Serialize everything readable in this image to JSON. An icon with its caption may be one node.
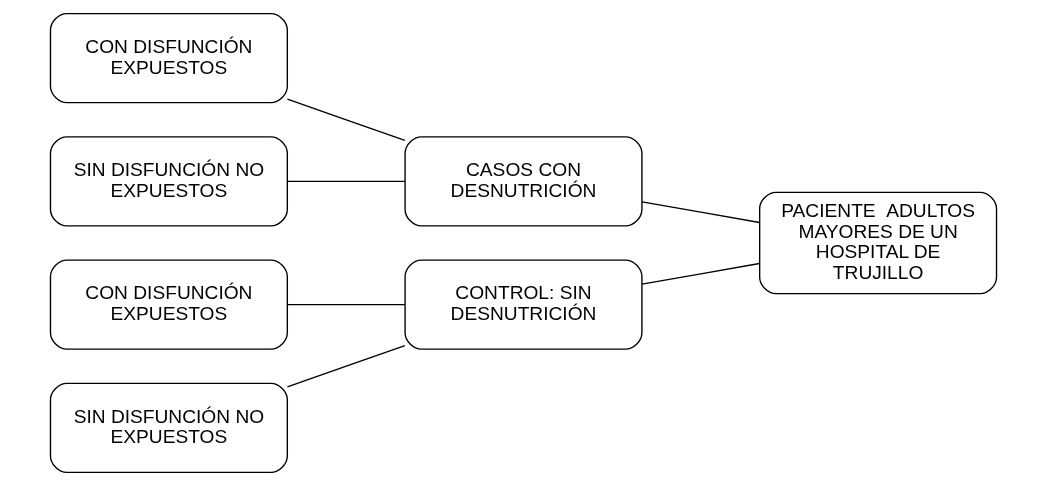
{
  "diagram": {
    "nodes": [
      {
        "text": [
          "CON DISFUNCIÓN EXPUESTOS"
        ]
      },
      {
        "text": [
          "SIN DISFUNCIÓN NO EXPUESTOS"
        ]
      },
      {
        "text": [
          "CASOS CON DESNUTRICIÓN"
        ]
      },
      {
        "text": [
          "CON DISFUNCIÓN EXPUESTOS"
        ]
      },
      {
        "text": [
          "SIN DISFUNCIÓN NO EXPUESTOS"
        ]
      },
      {
        "text": [
          "CONTROL: SIN DESNUTRICIÓN"
        ]
      },
      {
        "text": [
          "PACIENTE  ADULTOS MAYORES DE UN HOSPITAL DE TRUJILLO"
        ]
      }
    ],
    "edges": [
      {
        "from": 0,
        "to": 2,
        "arrow": "none"
      },
      {
        "from": 1,
        "to": 2,
        "arrow": "none"
      },
      {
        "from": 3,
        "to": 5,
        "arrow": "none"
      },
      {
        "from": 4,
        "to": 5,
        "arrow": "none"
      },
      {
        "from": 2,
        "to": 6,
        "arrow": "none"
      },
      {
        "from": 5,
        "to": 6,
        "arrow": "none"
      }
    ]
  }
}
